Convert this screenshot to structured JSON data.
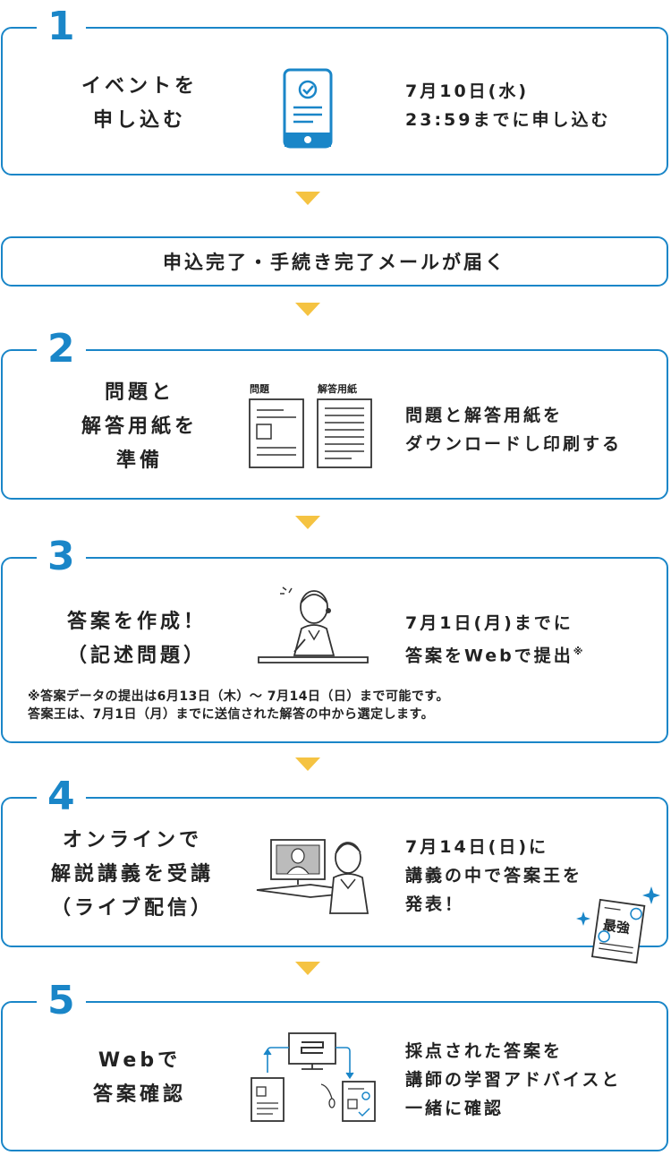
{
  "steps": [
    {
      "number": "1",
      "title_lines": [
        "イベントを",
        "申し込む"
      ],
      "desc_lines": [
        "7月10日(水)",
        "23:59までに申し込む"
      ]
    },
    {
      "number": "2",
      "title_lines": [
        "問題と",
        "解答用紙を",
        "準備"
      ],
      "desc_lines": [
        "問題と解答用紙を",
        "ダウンロードし印刷する"
      ],
      "sheet_labels": [
        "問題",
        "解答用紙"
      ]
    },
    {
      "number": "3",
      "title_lines": [
        "答案を作成！",
        "（記述問題）"
      ],
      "desc_lines": [
        "7月1日(月)までに",
        "答案をWebで提出"
      ],
      "desc_mark": "※",
      "note_lines": [
        "※答案データの提出は6月13日（木）～ 7月14日（日）まで可能です。",
        "答案王は、7月1日（月）までに送信された解答の中から選定します。"
      ]
    },
    {
      "number": "4",
      "title_lines": [
        "オンラインで",
        "解説講義を受講",
        "（ライブ配信）"
      ],
      "desc_lines": [
        "7月14日(日)に",
        "講義の中で答案王を",
        "発表！"
      ],
      "badge_text": "最強"
    },
    {
      "number": "5",
      "title_lines": [
        "Webで",
        "答案確認"
      ],
      "desc_lines": [
        "採点された答案を",
        "講師の学習アドバイスと",
        "一緒に確認"
      ]
    }
  ],
  "mail_notice": "申込完了・手続き完了メールが届く",
  "colors": {
    "accent": "#1a86c8",
    "arrow": "#f5c342",
    "text": "#222222"
  },
  "icons": [
    "smartphone-check-icon",
    "document-icon",
    "student-writing-illustration",
    "student-watching-screen-illustration",
    "monitor-sync-icon"
  ]
}
